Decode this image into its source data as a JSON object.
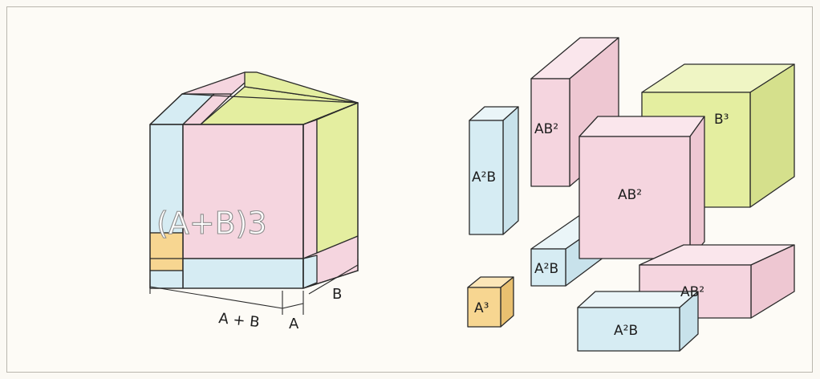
{
  "left_cube": {
    "title": "(A+B)3",
    "dim_width": "A + B",
    "dim_small": "A",
    "dim_depth": "B"
  },
  "pieces": {
    "a2b_tall": "A²B",
    "ab2_tall": "AB²",
    "b3": "B³",
    "ab2_center": "AB²",
    "a2b_small": "A²B",
    "ab2_flat": "AB²",
    "a3": "A³",
    "a2b_flat": "A²B"
  },
  "colors": {
    "blue": "#d6ecf3",
    "pink": "#f5d5df",
    "green": "#e4eea0",
    "orange": "#f7d691",
    "border": "#2a2a2a"
  }
}
